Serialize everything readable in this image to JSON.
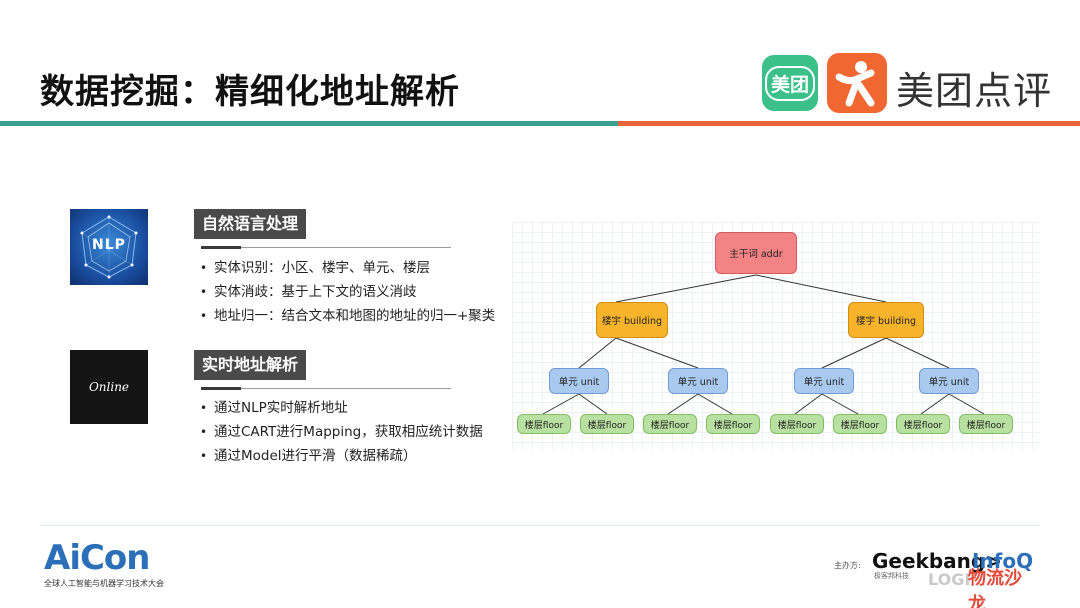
{
  "header": {
    "title": "数据挖掘：精细化地址解析",
    "brand_small": "美团",
    "brand_text": "美团点评",
    "colors": {
      "teal": "#3a9e91",
      "orange": "#e8623a",
      "meituan_green": "#3cc08a",
      "dianping_orange": "#f06732"
    }
  },
  "icons": {
    "nlp_label": "NLP",
    "online_label": "Online"
  },
  "sections": [
    {
      "title": "自然语言处理",
      "bullets": [
        "实体识别：小区、楼宇、单元、楼层",
        "实体消歧：基于上下文的语义消歧",
        "地址归一：结合文本和地图的地址的归一+聚类"
      ]
    },
    {
      "title": "实时地址解析",
      "bullets": [
        "通过NLP实时解析地址",
        "通过CART进行Mapping，获取相应统计数据",
        "通过Model进行平滑（数据稀疏）"
      ]
    }
  ],
  "tree": {
    "root": "主干词 addr",
    "buildings": [
      "楼宇 building",
      "楼宇 building"
    ],
    "units": [
      "单元 unit",
      "单元 unit",
      "单元 unit",
      "单元 unit"
    ],
    "floors": [
      "楼层floor",
      "楼层floor",
      "楼层floor",
      "楼层floor",
      "楼层floor",
      "楼层floor",
      "楼层floor",
      "楼层floor"
    ]
  },
  "footer": {
    "aicon": "AiCon",
    "aicon_sub": "全球人工智能与机器学习技术大会",
    "organizer_label": "主办方:",
    "geekbang": "Geekbang>",
    "geekbang_sub": "极客邦科技",
    "infoq": "InfoQ",
    "watermark": "物流沙龙",
    "watermark_logi": "LOGI"
  }
}
